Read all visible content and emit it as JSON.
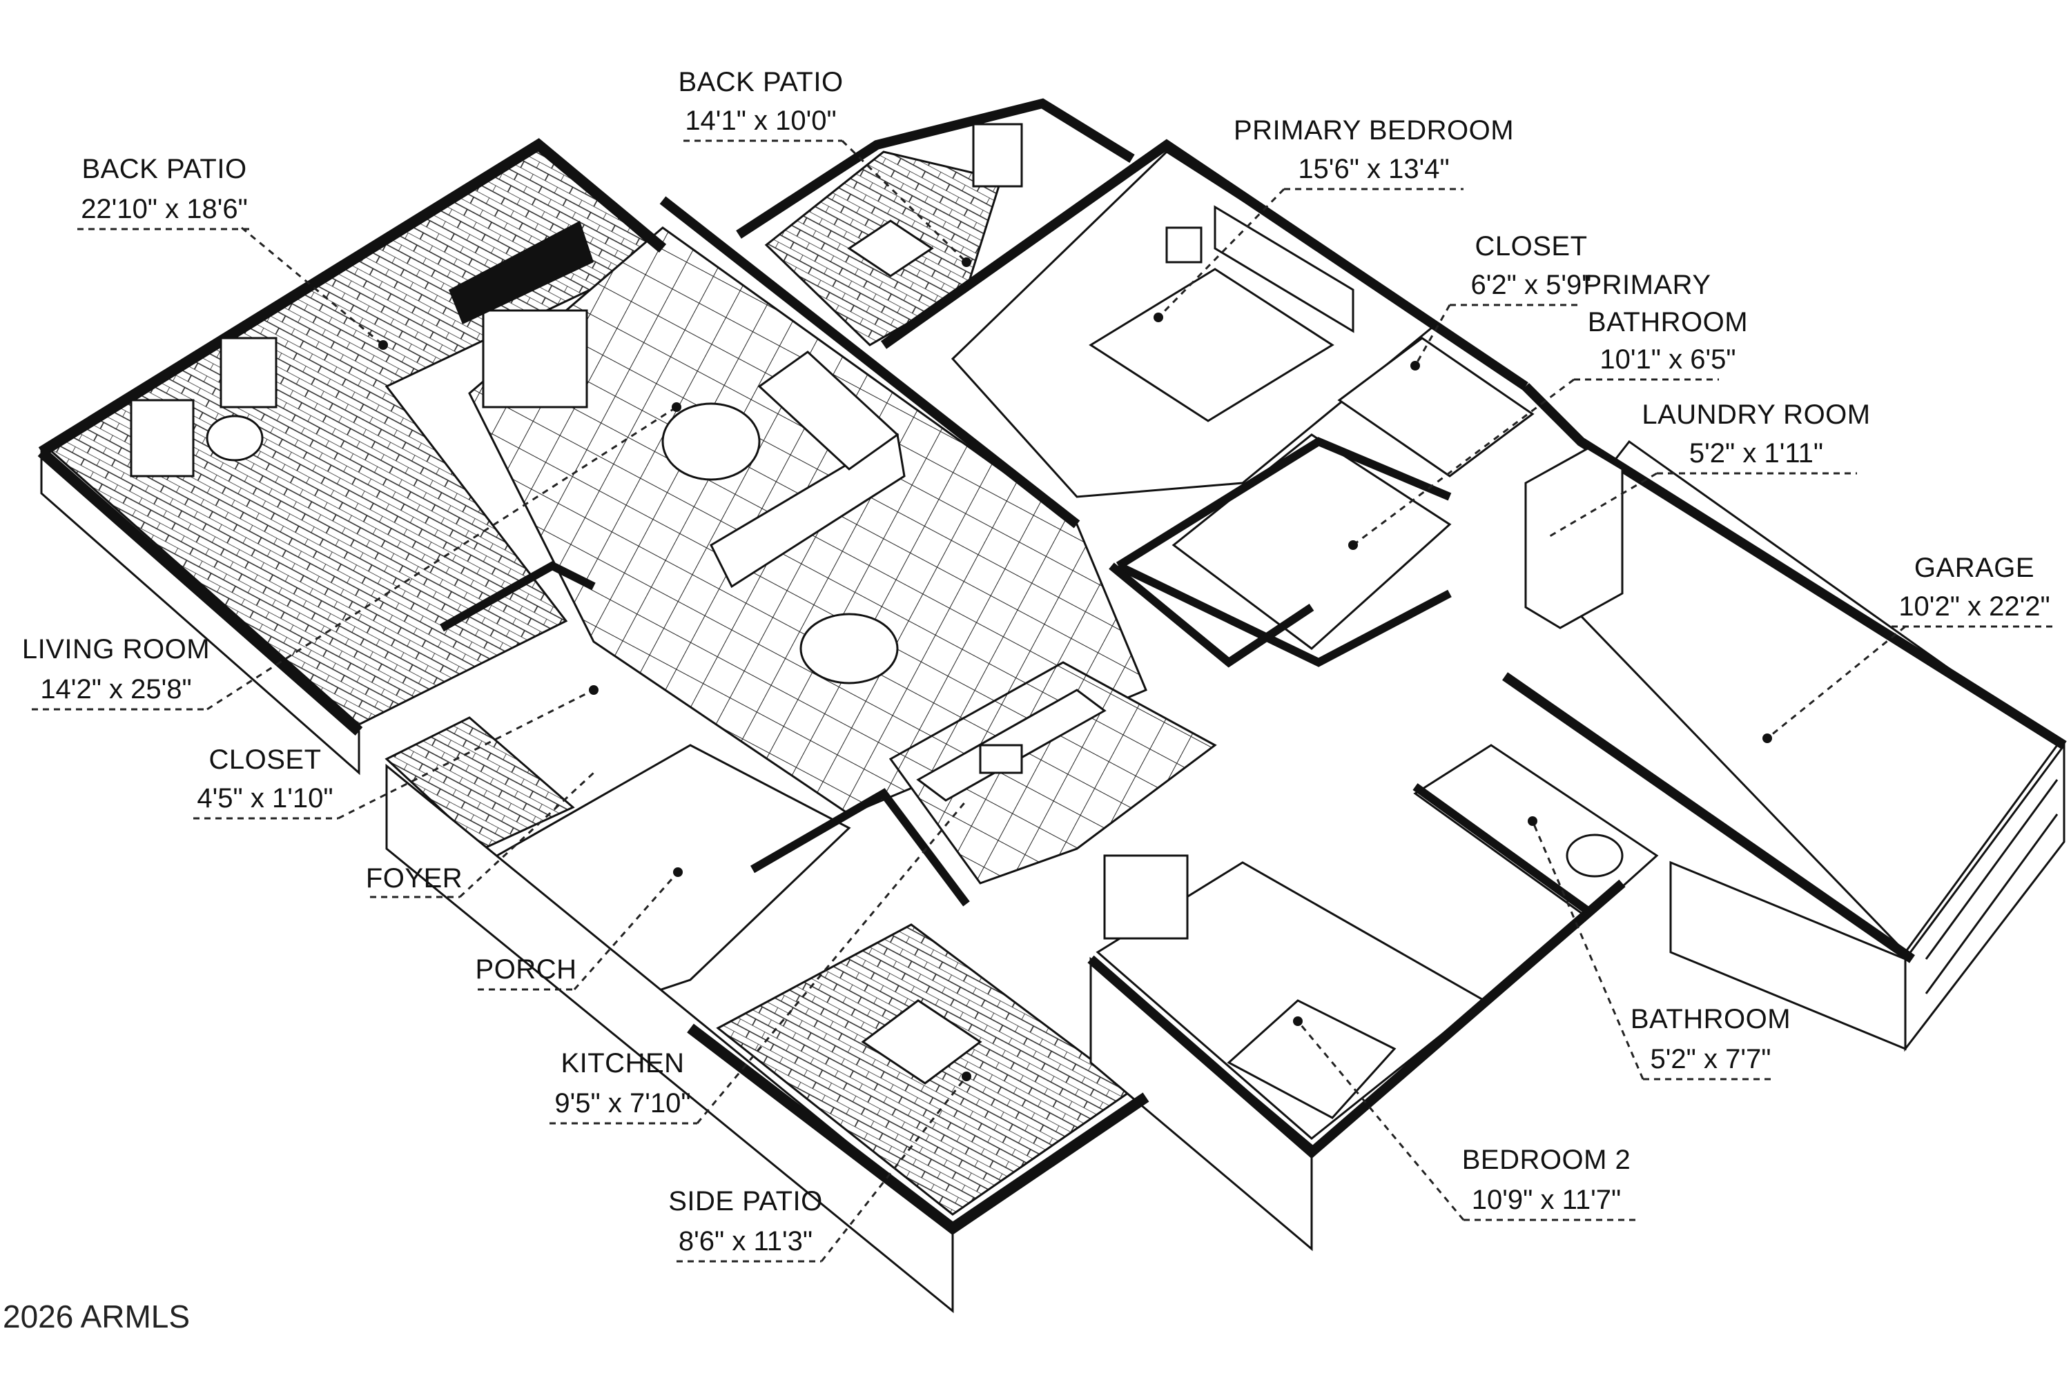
{
  "rooms": [
    {
      "name": "BACK PATIO",
      "dim": "22'10\" x 18'6\""
    },
    {
      "name": "BACK PATIO",
      "dim": "14'1\" x 10'0\""
    },
    {
      "name": "PRIMARY BEDROOM",
      "dim": "15'6\" x 13'4\""
    },
    {
      "name": "CLOSET",
      "dim": "6'2\" x 5'9\""
    },
    {
      "name": "PRIMARY",
      "name2": "BATHROOM",
      "dim": "10'1\" x 6'5\""
    },
    {
      "name": "LAUNDRY ROOM",
      "dim": "5'2\" x 1'11\""
    },
    {
      "name": "GARAGE",
      "dim": "10'2\" x 22'2\""
    },
    {
      "name": "LIVING ROOM",
      "dim": "14'2\" x 25'8\""
    },
    {
      "name": "CLOSET",
      "dim": "4'5\" x 1'10\""
    },
    {
      "name": "FOYER",
      "dim": ""
    },
    {
      "name": "PORCH",
      "dim": ""
    },
    {
      "name": "KITCHEN",
      "dim": "9'5\" x 7'10\""
    },
    {
      "name": "BATHROOM",
      "dim": "5'2\" x 7'7\""
    },
    {
      "name": "BEDROOM 2",
      "dim": "10'9\" x 11'7\""
    },
    {
      "name": "SIDE PATIO",
      "dim": "8'6\" x 11'3\""
    }
  ],
  "copyright": "2026 ARMLS",
  "colors": {
    "ink": "#111111",
    "paper": "#ffffff"
  }
}
